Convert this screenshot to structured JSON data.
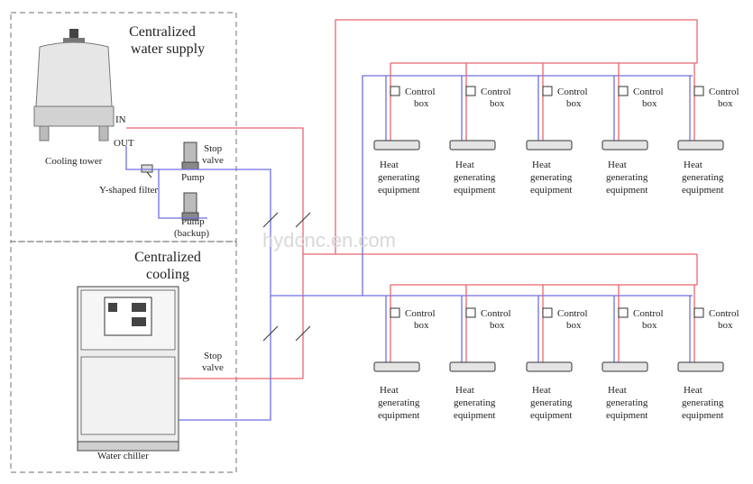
{
  "sections": {
    "supply_title_line1": "Centralized",
    "supply_title_line2": "water supply",
    "cooling_title_line1": "Centralized",
    "cooling_title_line2": "cooling"
  },
  "labels": {
    "cooling_tower": "Cooling tower",
    "in": "IN",
    "out": "OUT",
    "y_filter": "Y-shaped filter",
    "stop_valve_1": "Stop",
    "stop_valve_2": "valve",
    "pump": "Pump",
    "pump_backup_1": "Pump",
    "pump_backup_2": "(backup)",
    "water_chiller": "Water chiller",
    "stop_valve_lower_1": "Stop",
    "stop_valve_lower_2": "valve"
  },
  "equipment": {
    "control_box_line1": "Control",
    "control_box_line2": "box",
    "heat_line1": "Heat",
    "heat_line2": "generating",
    "heat_line3": "equipment"
  },
  "watermark": "hydcnc.en.com",
  "colors": {
    "supply_pipe": "#e8666e",
    "return_pipe": "#6f6fe0",
    "border": "#8a8a8a"
  }
}
